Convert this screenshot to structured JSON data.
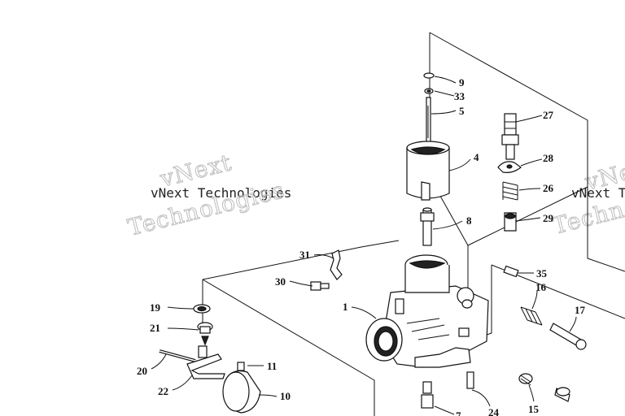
{
  "watermark": {
    "line1_outline": "vNext",
    "caption": "vNext Technologies",
    "line2_outline": "Technologies",
    "right_outline_1": "vNe",
    "right_caption": "vNext Tec",
    "right_outline_2": "Techn"
  },
  "callouts": {
    "c9": "9",
    "c33": "33",
    "c5": "5",
    "c27": "27",
    "c4": "4",
    "c28": "28",
    "c26": "26",
    "c29": "29",
    "c8": "8",
    "c31": "31",
    "c30": "30",
    "c35": "35",
    "c16": "16",
    "c17": "17",
    "c1": "1",
    "c19": "19",
    "c21": "21",
    "c20": "20",
    "c11": "11",
    "c22": "22",
    "c10": "10",
    "c15": "15",
    "c24": "24",
    "c7": "7"
  }
}
